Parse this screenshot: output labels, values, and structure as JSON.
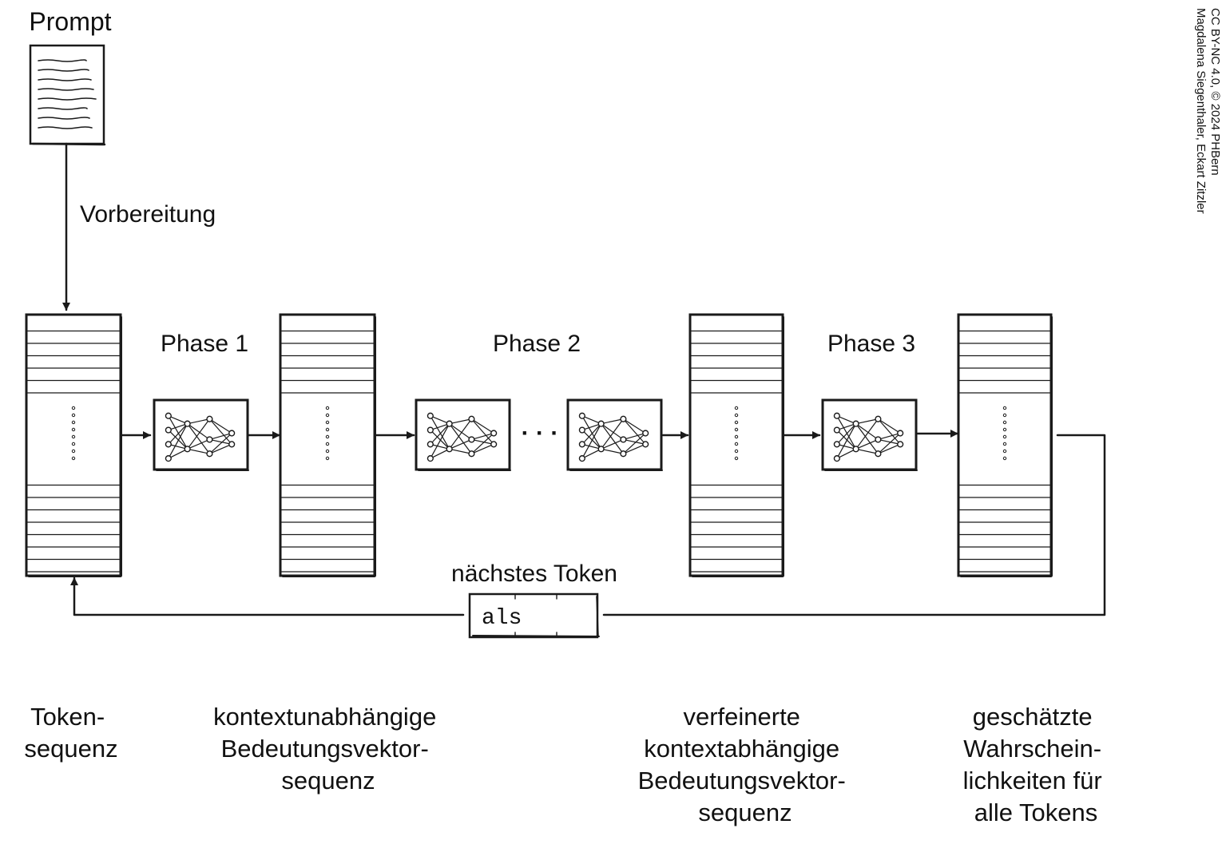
{
  "prompt_label": "Prompt",
  "prep_label": "Vorbereitung",
  "phases": [
    "Phase 1",
    "Phase 2",
    "Phase 3"
  ],
  "ellipsis": "· · ·",
  "next_token_label": "nächstes Token",
  "next_token_value": "als",
  "credit": [
    "CC BY-NC 4.0, © 2024 PHBern",
    "Magdalena Siegenthaler, Eckart Zitzler"
  ],
  "captions": {
    "token_sequence": [
      "Token-",
      "sequenz"
    ],
    "context_free": [
      "kontextunabhängige",
      "Bedeutungsvektor-",
      "sequenz"
    ],
    "refined": [
      "verfeinerte",
      "kontextabhängige",
      "Bedeutungsvektor-",
      "sequenz"
    ],
    "probabilities": [
      "geschätzte",
      "Wahrschein-",
      "lichkeiten für",
      "alle Tokens"
    ]
  },
  "colors": {
    "ink": "#1a1a1a",
    "background": "#ffffff"
  }
}
